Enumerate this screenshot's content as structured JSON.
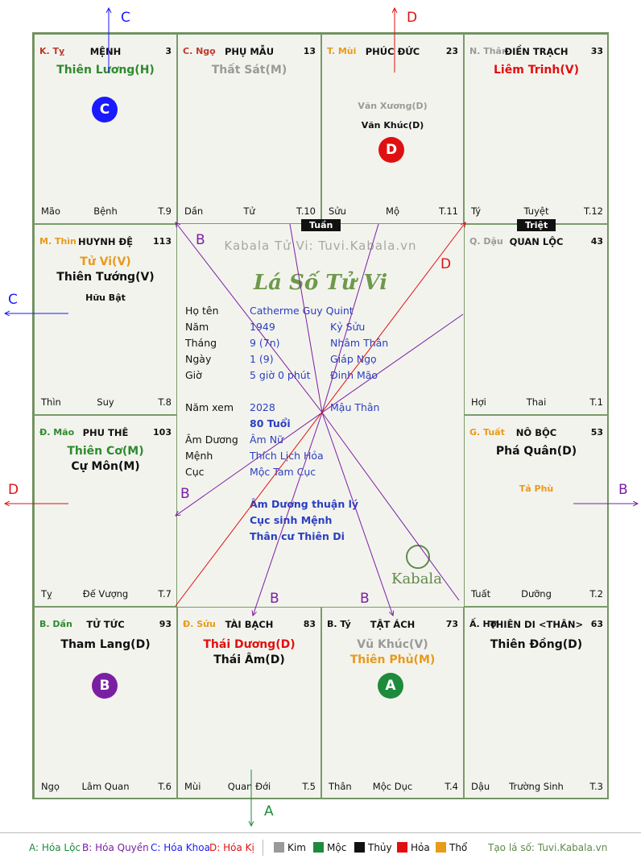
{
  "cells": [
    {
      "id": "ty",
      "pal": "K. Tỵ",
      "pal_color": "#c0392b",
      "name": "MỆNH",
      "num": "3",
      "bl": "Mão",
      "bm": "Bệnh",
      "br": "T.9",
      "chinh": [
        {
          "t": "Thiên Lương(H)",
          "c": "#2e8b2e"
        }
      ],
      "phu": []
    },
    {
      "id": "ngo",
      "pal": "C. Ngọ",
      "pal_color": "#c0392b",
      "name": "PHỤ MẪU",
      "num": "13",
      "bl": "Dần",
      "bm": "Tử",
      "br": "T.10",
      "chinh": [
        {
          "t": "Thất Sát(M)",
          "c": "#9a9a9a"
        }
      ],
      "phu": []
    },
    {
      "id": "mui",
      "pal": "T. Mùi",
      "pal_color": "#e89a1a",
      "name": "PHÚC ĐỨC",
      "num": "23",
      "bl": "Sửu",
      "bm": "Mộ",
      "br": "T.11",
      "chinh": [],
      "phu": [
        {
          "t": "Văn Xương(D)",
          "c": "#9a9a9a"
        },
        {
          "t": "Văn Khúc(D)",
          "c": "#111"
        }
      ]
    },
    {
      "id": "than",
      "pal": "N. Thân",
      "pal_color": "#9a9a9a",
      "name": "ĐIỀN TRẠCH",
      "num": "33",
      "bl": "Tý",
      "bm": "Tuyệt",
      "br": "T.12",
      "chinh": [
        {
          "t": "Liêm Trinh(V)",
          "c": "#e01010"
        }
      ],
      "phu": []
    },
    {
      "id": "thin",
      "pal": "M. Thìn",
      "pal_color": "#e89a1a",
      "name": "HUYNH ĐỆ",
      "num": "113",
      "bl": "Thìn",
      "bm": "Suy",
      "br": "T.8",
      "chinh": [
        {
          "t": "Tử Vi(V)",
          "c": "#e89a1a"
        },
        {
          "t": "Thiên Tướng(V)",
          "c": "#111"
        }
      ],
      "phu": [
        {
          "t": "Hữu Bật",
          "c": "#111"
        }
      ]
    },
    {
      "id": "dau",
      "pal": "Q. Dậu",
      "pal_color": "#9a9a9a",
      "name": "QUAN LỘC",
      "num": "43",
      "bl": "Hợi",
      "bm": "Thai",
      "br": "T.1",
      "chinh": [],
      "phu": []
    },
    {
      "id": "mao",
      "pal": "Đ. Mão",
      "pal_color": "#2e8b2e",
      "name": "PHU THÊ",
      "num": "103",
      "bl": "Tỵ",
      "bm": "Đế Vượng",
      "br": "T.7",
      "chinh": [
        {
          "t": "Thiên Cơ(M)",
          "c": "#2e8b2e"
        },
        {
          "t": "Cự Môn(M)",
          "c": "#111"
        }
      ],
      "phu": []
    },
    {
      "id": "tuat",
      "pal": "G. Tuất",
      "pal_color": "#e89a1a",
      "name": "NÔ BỘC",
      "num": "53",
      "bl": "Tuất",
      "bm": "Dưỡng",
      "br": "T.2",
      "chinh": [
        {
          "t": "Phá Quân(D)",
          "c": "#111"
        }
      ],
      "phu": [
        {
          "t": "Tả Phù",
          "c": "#e89a1a"
        }
      ]
    },
    {
      "id": "dan",
      "pal": "B. Dần",
      "pal_color": "#2e8b2e",
      "name": "TỬ TỨC",
      "num": "93",
      "bl": "Ngọ",
      "bm": "Lâm Quan",
      "br": "T.6",
      "chinh": [
        {
          "t": "Tham Lang(D)",
          "c": "#111"
        }
      ],
      "phu": []
    },
    {
      "id": "suu",
      "pal": "Đ. Sửu",
      "pal_color": "#e89a1a",
      "name": "TÀI BẠCH",
      "num": "83",
      "bl": "Mùi",
      "bm": "Quan Đới",
      "br": "T.5",
      "chinh": [
        {
          "t": "Thái Dương(D)",
          "c": "#e01010"
        },
        {
          "t": "Thái Âm(D)",
          "c": "#111"
        }
      ],
      "phu": []
    },
    {
      "id": "ty2",
      "pal": "B. Tý",
      "pal_color": "#111",
      "name": "TẬT ÁCH",
      "num": "73",
      "bl": "Thân",
      "bm": "Mộc Dục",
      "br": "T.4",
      "chinh": [
        {
          "t": "Vũ Khúc(V)",
          "c": "#9a9a9a"
        },
        {
          "t": "Thiên Phủ(M)",
          "c": "#e89a1a"
        }
      ],
      "phu": []
    },
    {
      "id": "hoi",
      "pal": "Ấ. Hợi",
      "pal_color": "#111",
      "name": "THIÊN DI <THÂN>",
      "num": "63",
      "bl": "Dậu",
      "bm": "Trường Sinh",
      "br": "T.3",
      "chinh": [
        {
          "t": "Thiên Đồng(D)",
          "c": "#111"
        }
      ],
      "phu": []
    }
  ],
  "markers": {
    "tuan": "Tuần",
    "triet": "Triệt"
  },
  "circles": {
    "c": "C",
    "d": "D",
    "b": "B",
    "a": "A"
  },
  "center": {
    "watermark": "Kabala Tử Vi: Tuvi.Kabala.vn",
    "title": "Lá Số Tử Vi",
    "ho_ten_lbl": "Họ tên",
    "ho_ten": "Catherme Guy Quint",
    "nam_lbl": "Năm",
    "nam": "1949",
    "nam_can": "Kỷ Sửu",
    "thang_lbl": "Tháng",
    "thang": "9  (7n)",
    "thang_can": "Nhâm Thân",
    "ngay_lbl": "Ngày",
    "ngay": "1  (9)",
    "ngay_can": "Giáp Ngọ",
    "gio_lbl": "Giờ",
    "gio": "5 giờ 0 phút",
    "gio_can": "Đinh Mão",
    "namxem_lbl": "Năm xem",
    "namxem": "2028",
    "namxem_can": "Mậu Thân",
    "tuoi": "80 Tuổi",
    "amduong_lbl": "Âm Dương",
    "amduong": "Âm Nữ",
    "menh_lbl": "Mệnh",
    "menh": "Thích Lịch Hỏa",
    "cuc_lbl": "Cục",
    "cuc": "Mộc Tam Cục",
    "note1": "Âm Dương thuận lý",
    "note2": "Cục sinh Mệnh",
    "note3": "Thân cư Thiên Di",
    "logo": "Kabala"
  },
  "arrow_labels": {
    "top_c": "C",
    "top_d": "D",
    "left_c": "C",
    "left_d": "D",
    "right_b": "B",
    "bottom_a": "A",
    "b1": "B",
    "b2": "B",
    "b3": "B",
    "b4": "B",
    "d_in": "D"
  },
  "legend": {
    "a": "A: Hóa Lộc",
    "b": "B: Hóa Quyền",
    "c": "C: Hóa Khoa",
    "d": "D: Hóa Kị",
    "kim": "Kim",
    "moc": "Mộc",
    "thuy": "Thủy",
    "hoa": "Hỏa",
    "tho": "Thổ",
    "site": "Tạo lá số: Tuvi.Kabala.vn"
  },
  "colors": {
    "green": "#2e8b2e",
    "purple": "#7b1fa2",
    "blue": "#1a1aff",
    "red": "#e01010",
    "orange": "#e89a1a",
    "gray": "#9a9a9a",
    "black": "#111111",
    "legend_green": "#1e8a3c"
  }
}
